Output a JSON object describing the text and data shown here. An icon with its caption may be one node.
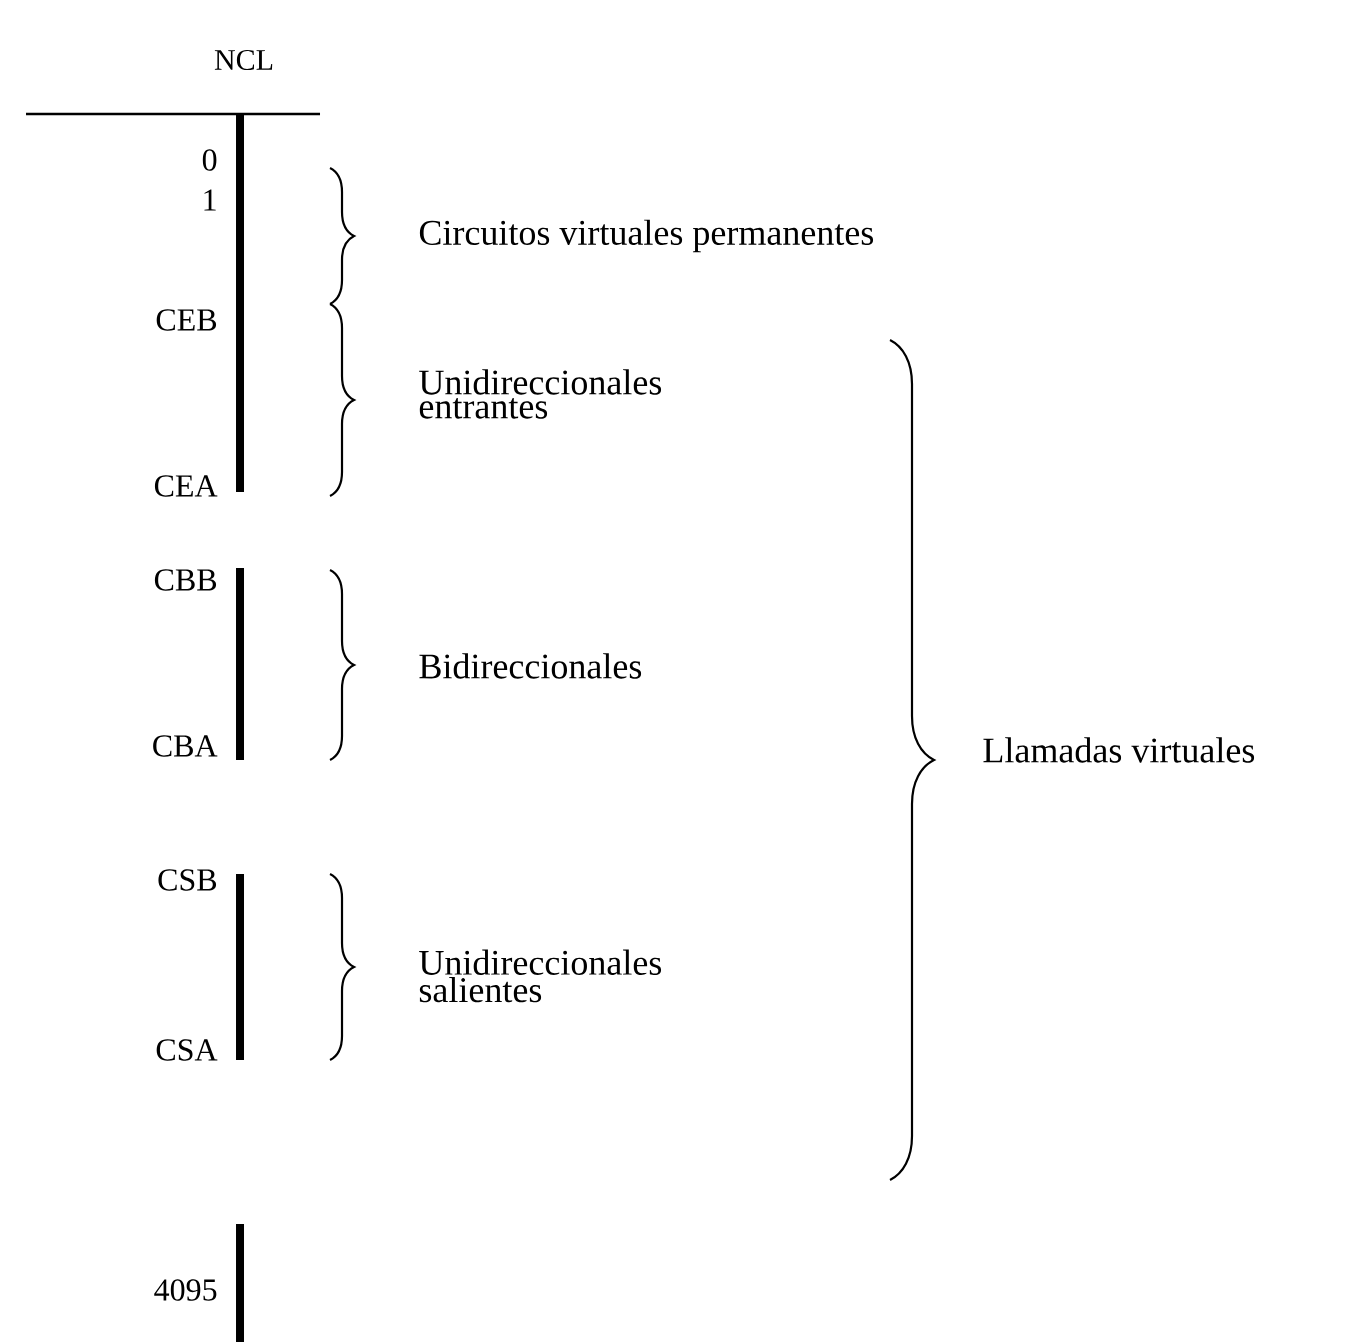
{
  "diagram": {
    "labels": [
      "NCL",
      "0",
      "1",
      "Circuitos virtuales permanentes",
      "CEB",
      "Unidireccionales entrantes",
      "CEA",
      "CBB",
      "Bidireccionales",
      "Llamadas virtuales",
      "CBA",
      "CSB",
      "Unidireccionales salientes",
      "CSA",
      "4095"
    ]
  }
}
